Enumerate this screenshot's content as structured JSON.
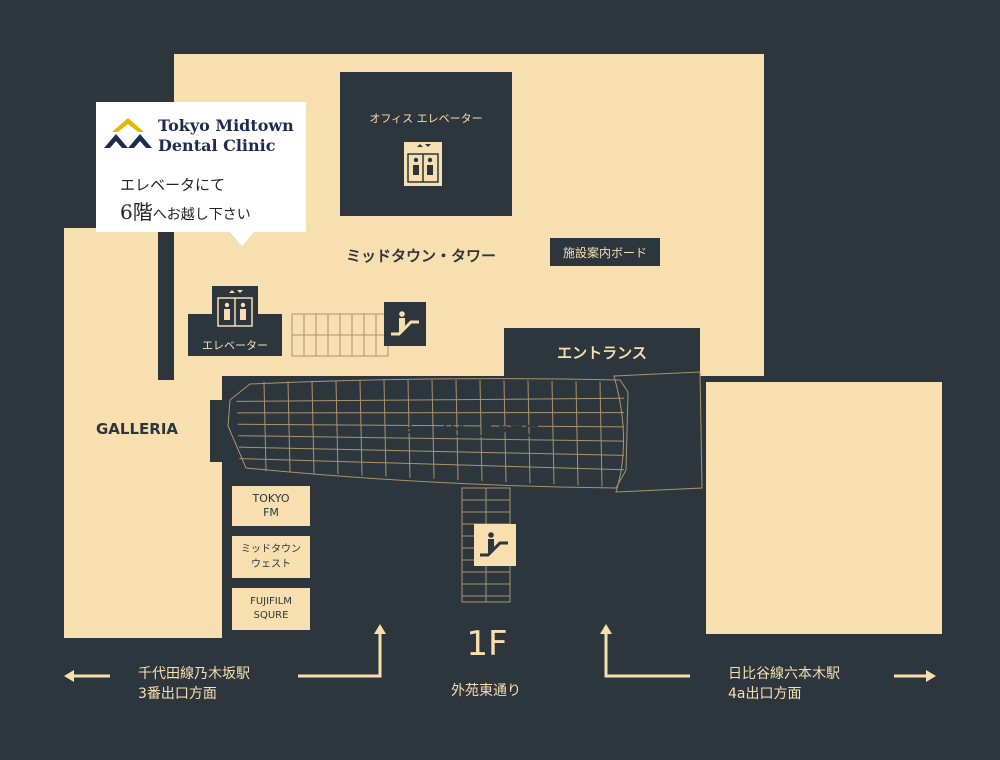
{
  "clinic": {
    "name_line1": "Tokyo Midtown",
    "name_line2": "Dental Clinic",
    "note_line1": "エレベータにて",
    "note_floor": "6階",
    "note_rest": "へお越し下さい"
  },
  "buildings": {
    "tower": "ミッドタウン・タワー",
    "office_elevator": "オフィス エレベーター",
    "directory_board": "施設案内ボード",
    "elevator": "エレベーター",
    "entrance": "エントランス",
    "galleria": "GALLERIA",
    "canopy_square": "キャノピ・スクエア",
    "tokyo_fm_1": "TOKYO",
    "tokyo_fm_2": "FM",
    "midtown_west_1": "ミッドタウン",
    "midtown_west_2": "ウェスト",
    "fujifilm_1": "FUJIFILM",
    "fujifilm_2": "SQURE"
  },
  "floor": "1F",
  "street": "外苑東通り",
  "directions": {
    "left_line1": "千代田線乃木坂駅",
    "left_line2": "3番出口方面",
    "right_line1": "日比谷線六本木駅",
    "right_line2": "4a出口方面"
  },
  "colors": {
    "background": "#2d363d",
    "building": "#f7dfb0",
    "text_on_light": "#2d363d",
    "text_on_dark": "#f7dfb0",
    "logo_navy": "#1d2a52",
    "logo_gold": "#e6b800"
  },
  "icons": {
    "elevator": "elevator-icon",
    "escalator": "escalator-icon",
    "logo": "clinic-logo-icon",
    "arrow_left": "arrow-left-icon",
    "arrow_right": "arrow-right-icon",
    "arrow_up": "arrow-up-icon"
  }
}
